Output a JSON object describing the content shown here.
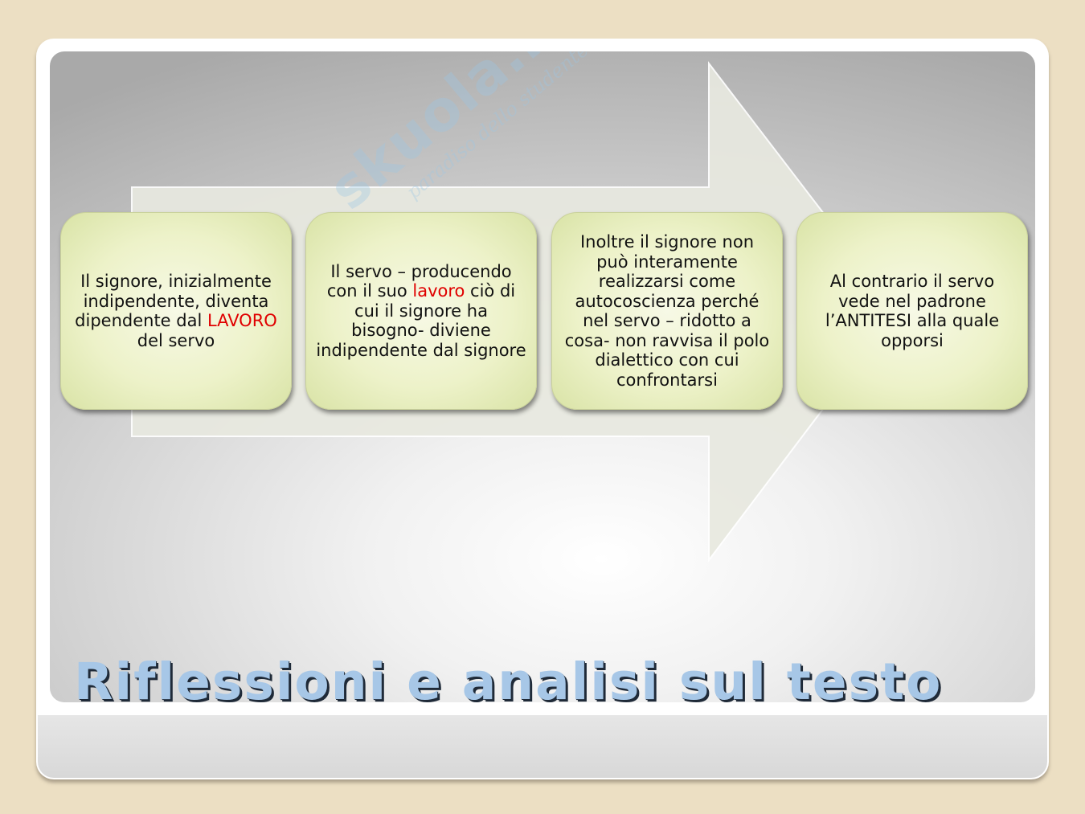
{
  "watermark": {
    "brand": "skuola.net",
    "tagline": "paradiso dello studente"
  },
  "steps": [
    {
      "segments": [
        {
          "text": "Il signore, inizialmente indipendente, diventa dipendente dal "
        },
        {
          "text": "LAVORO",
          "highlight": true
        },
        {
          "text": " del servo"
        }
      ]
    },
    {
      "segments": [
        {
          "text": "Il servo – producendo con il suo "
        },
        {
          "text": "lavoro",
          "highlight": true
        },
        {
          "text": " ciò di cui il signore ha bisogno- diviene indipendente dal signore"
        }
      ]
    },
    {
      "segments": [
        {
          "text": "Inoltre il signore non può interamente realizzarsi come autocoscienza perché nel servo – ridotto a cosa-  non ravvisa il polo dialettico con cui confrontarsi"
        }
      ]
    },
    {
      "segments": [
        {
          "text": "Al contrario il servo vede nel padrone l’ANTITESI alla quale opporsi"
        }
      ]
    }
  ],
  "title": "Riflessioni e analisi sul testo",
  "colors": {
    "background": "#ecdfc3",
    "box_fill": "#edf2c9",
    "highlight": "#e00000",
    "title": "#a7c7e7",
    "arrow": "#e8e9e0"
  }
}
